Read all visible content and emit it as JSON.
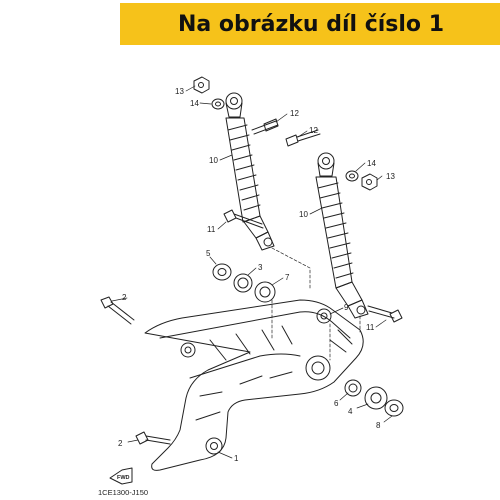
{
  "header": {
    "title": "Na obrázku díl číslo 1"
  },
  "diagram": {
    "callouts": [
      {
        "id": "c13a",
        "text": "13"
      },
      {
        "id": "c14a",
        "text": "14"
      },
      {
        "id": "c12a",
        "text": "12"
      },
      {
        "id": "c12b",
        "text": "12"
      },
      {
        "id": "c10a",
        "text": "10"
      },
      {
        "id": "c14b",
        "text": "14"
      },
      {
        "id": "c13b",
        "text": "13"
      },
      {
        "id": "c10b",
        "text": "10"
      },
      {
        "id": "c11a",
        "text": "11"
      },
      {
        "id": "c5",
        "text": "5"
      },
      {
        "id": "c3",
        "text": "3"
      },
      {
        "id": "c7",
        "text": "7"
      },
      {
        "id": "c2a",
        "text": "2"
      },
      {
        "id": "c9",
        "text": "9"
      },
      {
        "id": "c11b",
        "text": "11"
      },
      {
        "id": "c6",
        "text": "6"
      },
      {
        "id": "c4",
        "text": "4"
      },
      {
        "id": "c8",
        "text": "8"
      },
      {
        "id": "c2b",
        "text": "2"
      },
      {
        "id": "c1",
        "text": "1"
      }
    ],
    "forward_marker": "FWD",
    "drawing_code": "1CE1300-J150"
  },
  "colors": {
    "banner": "#f6c21a",
    "ink": "#222222"
  }
}
